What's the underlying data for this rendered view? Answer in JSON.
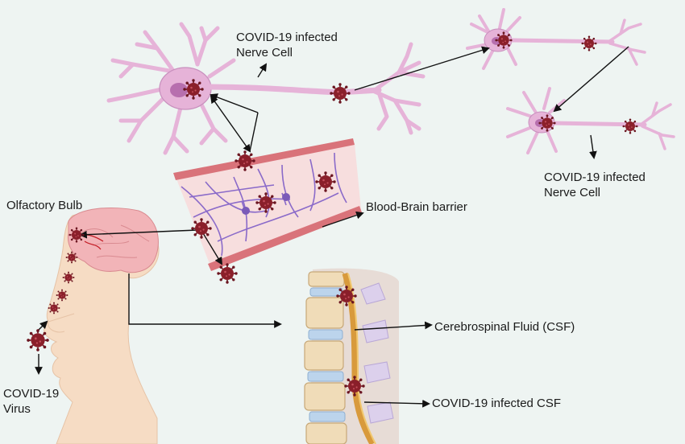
{
  "labels": {
    "nerve_cell_top": {
      "line1": "COVID-19 infected",
      "line2": "Nerve Cell"
    },
    "nerve_cell_right": {
      "line1": "COVID-19 infected",
      "line2": "Nerve Cell"
    },
    "olfactory_bulb": "Olfactory Bulb",
    "blood_brain_barrier": "Blood-Brain barrier",
    "csf": "Cerebrospinal Fluid (CSF)",
    "infected_csf": "COVID-19 infected CSF",
    "virus": {
      "line1": "COVID-19",
      "line2": "Virus"
    }
  },
  "colors": {
    "background": "#eef4f2",
    "neuron": "#e6b3d8",
    "neuron_outline": "#c88fbd",
    "nucleus": "#b76fae",
    "virus": "#8a1f2a",
    "virus_spike": "#6b1520",
    "vessel_wall": "#d9737a",
    "vessel_lumen": "#f7dede",
    "astrocyte": "#8a6ac9",
    "skin": "#f6dcc4",
    "brain": "#f2b4b8",
    "spine_bone": "#f0dcb8",
    "spine_disc": "#bcd4ec",
    "spinal_cord": "#d89a3c",
    "arrow": "#111111"
  }
}
